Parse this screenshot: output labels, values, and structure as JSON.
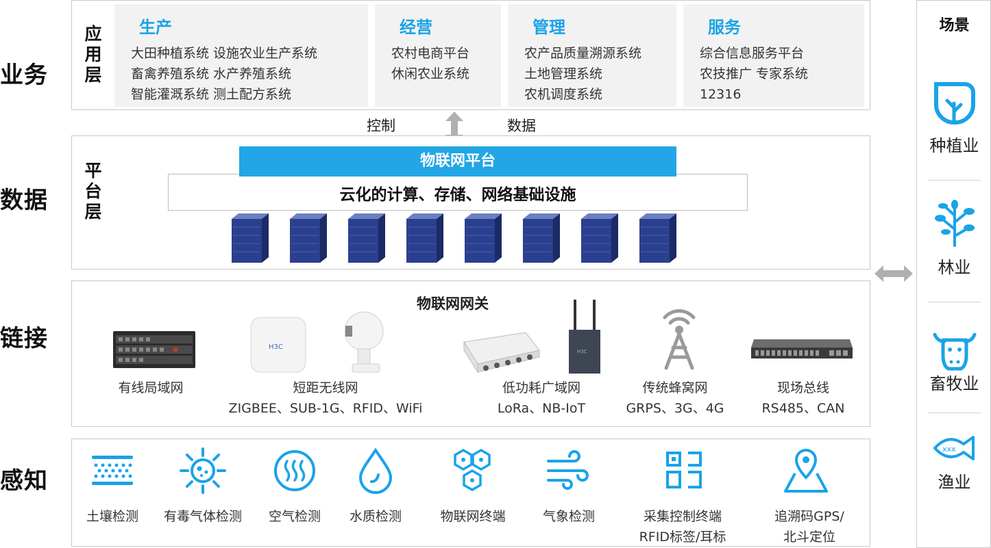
{
  "layers": {
    "business": "业务",
    "data": "数据",
    "link": "链接",
    "sense": "感知"
  },
  "app_layer": {
    "title": "应用层",
    "columns": [
      {
        "heading": "生产",
        "lines": [
          "大田种植系统  设施农业生产系统",
          "畜禽养殖系统  水产养殖系统",
          "智能灌溉系统  测土配方系统"
        ]
      },
      {
        "heading": "经营",
        "lines": [
          "农村电商平台",
          "休闲农业系统"
        ]
      },
      {
        "heading": "管理",
        "lines": [
          "农产品质量溯源系统",
          "土地管理系统",
          "农机调度系统"
        ]
      },
      {
        "heading": "服务",
        "lines": [
          "综合信息服务平台",
          "农技推广  专家系统",
          "12316"
        ]
      }
    ]
  },
  "connector": {
    "control": "控制",
    "data": "数据"
  },
  "platform_layer": {
    "title": "平台层",
    "iot_platform": "物联网平台",
    "cloud_infra": "云化的计算、存储、网络基础设施"
  },
  "gateway": {
    "title": "物联网网关",
    "groups": [
      {
        "name": "有线局域网",
        "detail": ""
      },
      {
        "name": "短距无线网",
        "detail": "ZIGBEE、SUB-1G、RFID、WiFi"
      },
      {
        "name": "低功耗广域网",
        "detail": "LoRa、NB-IoT"
      },
      {
        "name": "传统蜂窝网",
        "detail": "GRPS、3G、4G"
      },
      {
        "name": "现场总线",
        "detail": "RS485、CAN"
      }
    ]
  },
  "sensing": {
    "items": [
      {
        "label": "土壤检测",
        "label2": ""
      },
      {
        "label": "有毒气体检测",
        "label2": ""
      },
      {
        "label": "空气检测",
        "label2": ""
      },
      {
        "label": "水质检测",
        "label2": ""
      },
      {
        "label": "物联网终端",
        "label2": ""
      },
      {
        "label": "气象检测",
        "label2": ""
      },
      {
        "label": "采集控制终端",
        "label2": "RFID标签/耳标"
      },
      {
        "label": "追溯码GPS/",
        "label2": "北斗定位"
      }
    ]
  },
  "scenes": {
    "title": "场景",
    "items": [
      {
        "label": "种植业",
        "icon": "leaf-icon"
      },
      {
        "label": "林业",
        "icon": "tree-icon"
      },
      {
        "label": "畜牧业",
        "icon": "cow-icon"
      },
      {
        "label": "渔业",
        "icon": "fish-icon"
      }
    ]
  },
  "colors": {
    "accent": "#1aa3e8",
    "server": "#2b3f8f",
    "arrow": "#b0b0b0"
  }
}
